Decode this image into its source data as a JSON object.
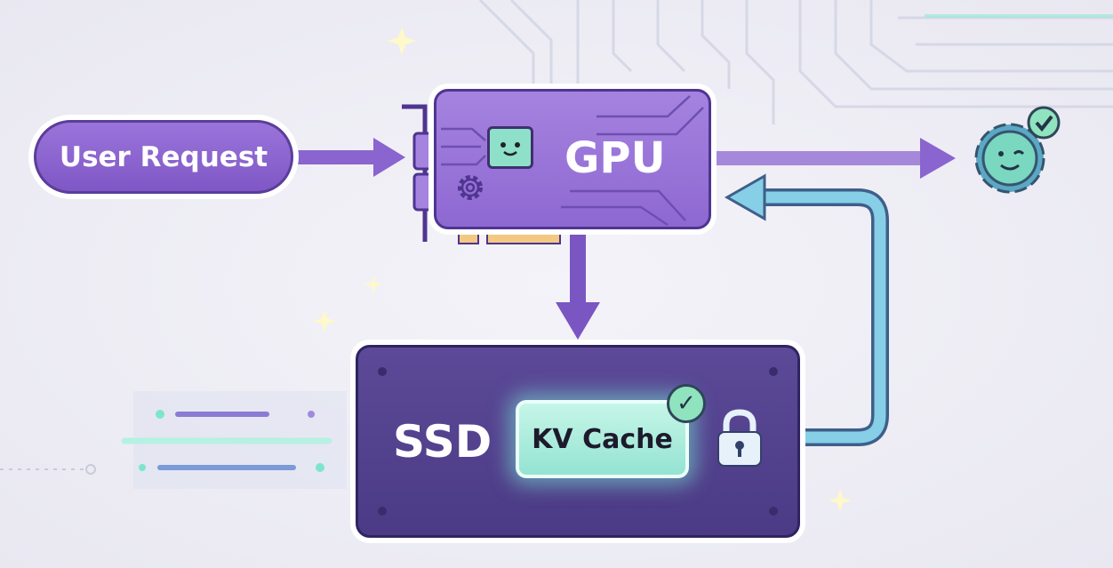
{
  "nodes": {
    "user_request": "User Request",
    "gpu": "GPU",
    "ssd": "SSD",
    "kv_cache": "KV Cache"
  },
  "icons": {
    "gpu_chip": "smiling-chip-icon",
    "gpu_gear": "gear-icon",
    "output": "smiling-gear-icon",
    "output_badge": "check-icon",
    "kv_badge": "check-icon",
    "ssd_lock": "lock-icon"
  },
  "colors": {
    "primary_purple": "#8e68d2",
    "ssd_purple": "#4b3a85",
    "cache_teal": "#94e3d2",
    "return_path": "#7fc6e0"
  }
}
